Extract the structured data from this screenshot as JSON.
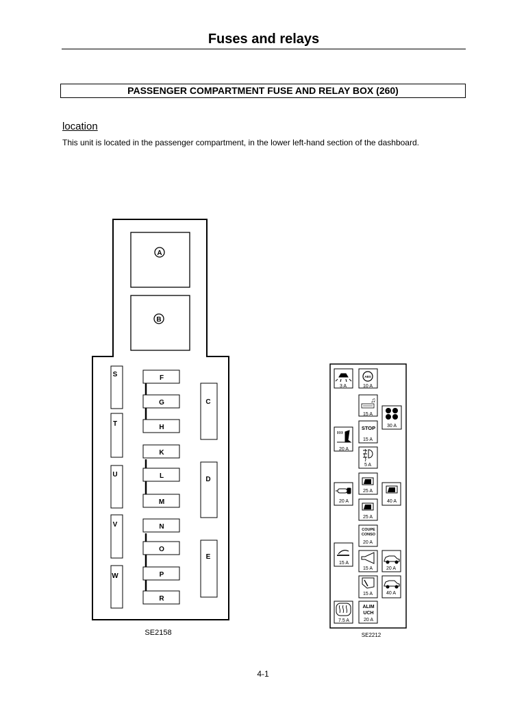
{
  "page": {
    "title": "Fuses and relays",
    "section_title": "PASSENGER COMPARTMENT FUSE AND RELAY BOX (260)",
    "location_heading": "location",
    "location_text": "This unit is located in the passenger compartment, in the lower left-hand section of the dashboard.",
    "page_number": "4-1"
  },
  "diagram_left": {
    "caption": "SE2158",
    "relays": [
      "A",
      "B"
    ],
    "left_slots": [
      "S",
      "T",
      "U",
      "V",
      "W"
    ],
    "center_fuses": [
      "F",
      "G",
      "H",
      "K",
      "L",
      "M",
      "N",
      "O",
      "P",
      "R"
    ],
    "right_slots": [
      "C",
      "D",
      "E"
    ]
  },
  "diagram_right": {
    "caption": "SE2212",
    "fuses": [
      {
        "rating": "3 A",
        "icon": "interior-light-icon"
      },
      {
        "rating": "10 A",
        "icon": "abs-icon",
        "label": "ABS"
      },
      {
        "rating": "15 A",
        "icon": "radio-icon"
      },
      {
        "rating": "30 A",
        "icon": "fan-icon"
      },
      {
        "rating": "15 A",
        "icon": "stop-label",
        "label": "STOP"
      },
      {
        "rating": "20 A",
        "icon": "heated-seat-icon"
      },
      {
        "rating": "5 A",
        "icon": "fog-light-icon"
      },
      {
        "rating": "25 A",
        "icon": "window-lift-icon"
      },
      {
        "rating": "20 A",
        "icon": "cigar-lighter-icon"
      },
      {
        "rating": "40 A",
        "icon": "window-lift-icon"
      },
      {
        "rating": "25 A",
        "icon": "window-lift-icon"
      },
      {
        "rating": "20 A",
        "icon": "coupe-conso-label",
        "label_lines": [
          "COUPE",
          "CONSO"
        ]
      },
      {
        "rating": "15 A",
        "icon": "wiper-icon"
      },
      {
        "rating": "15 A",
        "icon": "horn-icon"
      },
      {
        "rating": "20 A",
        "icon": "car-icon"
      },
      {
        "rating": "15 A",
        "icon": "rear-wiper-icon"
      },
      {
        "rating": "40 A",
        "icon": "car-icon"
      },
      {
        "rating": "7.5 A",
        "icon": "heated-rear-screen-icon"
      },
      {
        "rating": "20 A",
        "icon": "alim-uch-label",
        "label_lines": [
          "ALIM",
          "UCH"
        ]
      }
    ]
  }
}
